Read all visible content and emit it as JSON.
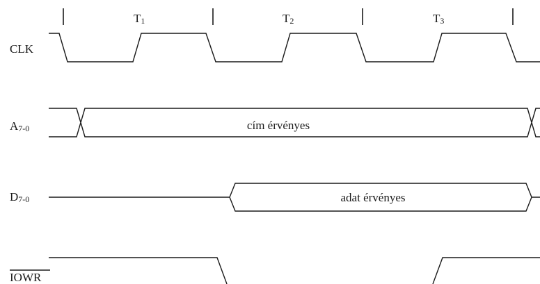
{
  "signals": {
    "clk": {
      "name": "CLK"
    },
    "addr": {
      "name": "A",
      "subscript": "7-0",
      "valid_text": "cím érvényes"
    },
    "data": {
      "name": "D",
      "subscript": "7-0",
      "valid_text": "adat érvényes"
    },
    "iowr": {
      "name": "IOWR",
      "active_low": true
    }
  },
  "periods": [
    {
      "name": "T",
      "subscript": "1"
    },
    {
      "name": "T",
      "subscript": "2"
    },
    {
      "name": "T",
      "subscript": "3"
    }
  ],
  "colors": {
    "line": "#1a1a1a",
    "background": "#ffffff"
  }
}
